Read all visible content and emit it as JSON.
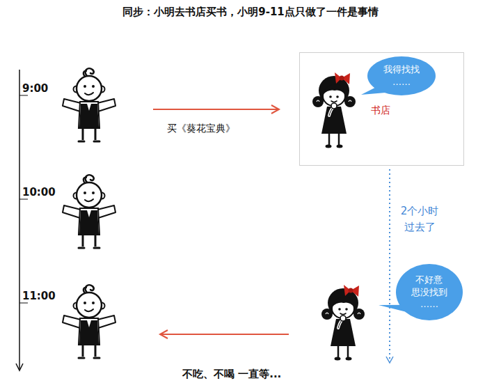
{
  "diagram": {
    "title": "同步：小明去书店买书，小明9-11点只做了一件是事情",
    "nodes": [
      {
        "text": [
          "书店"
        ]
      },
      {
        "text": [
          "我得找找 ……"
        ],
        "in": 0
      },
      {
        "text": [
          "不好意 思没找到 ……"
        ]
      }
    ],
    "labels": [
      "9:00",
      "10:00",
      "11:00",
      "买《葵花宝典》",
      "2个小时 过去了",
      "不吃、不喝 一直等..."
    ]
  }
}
